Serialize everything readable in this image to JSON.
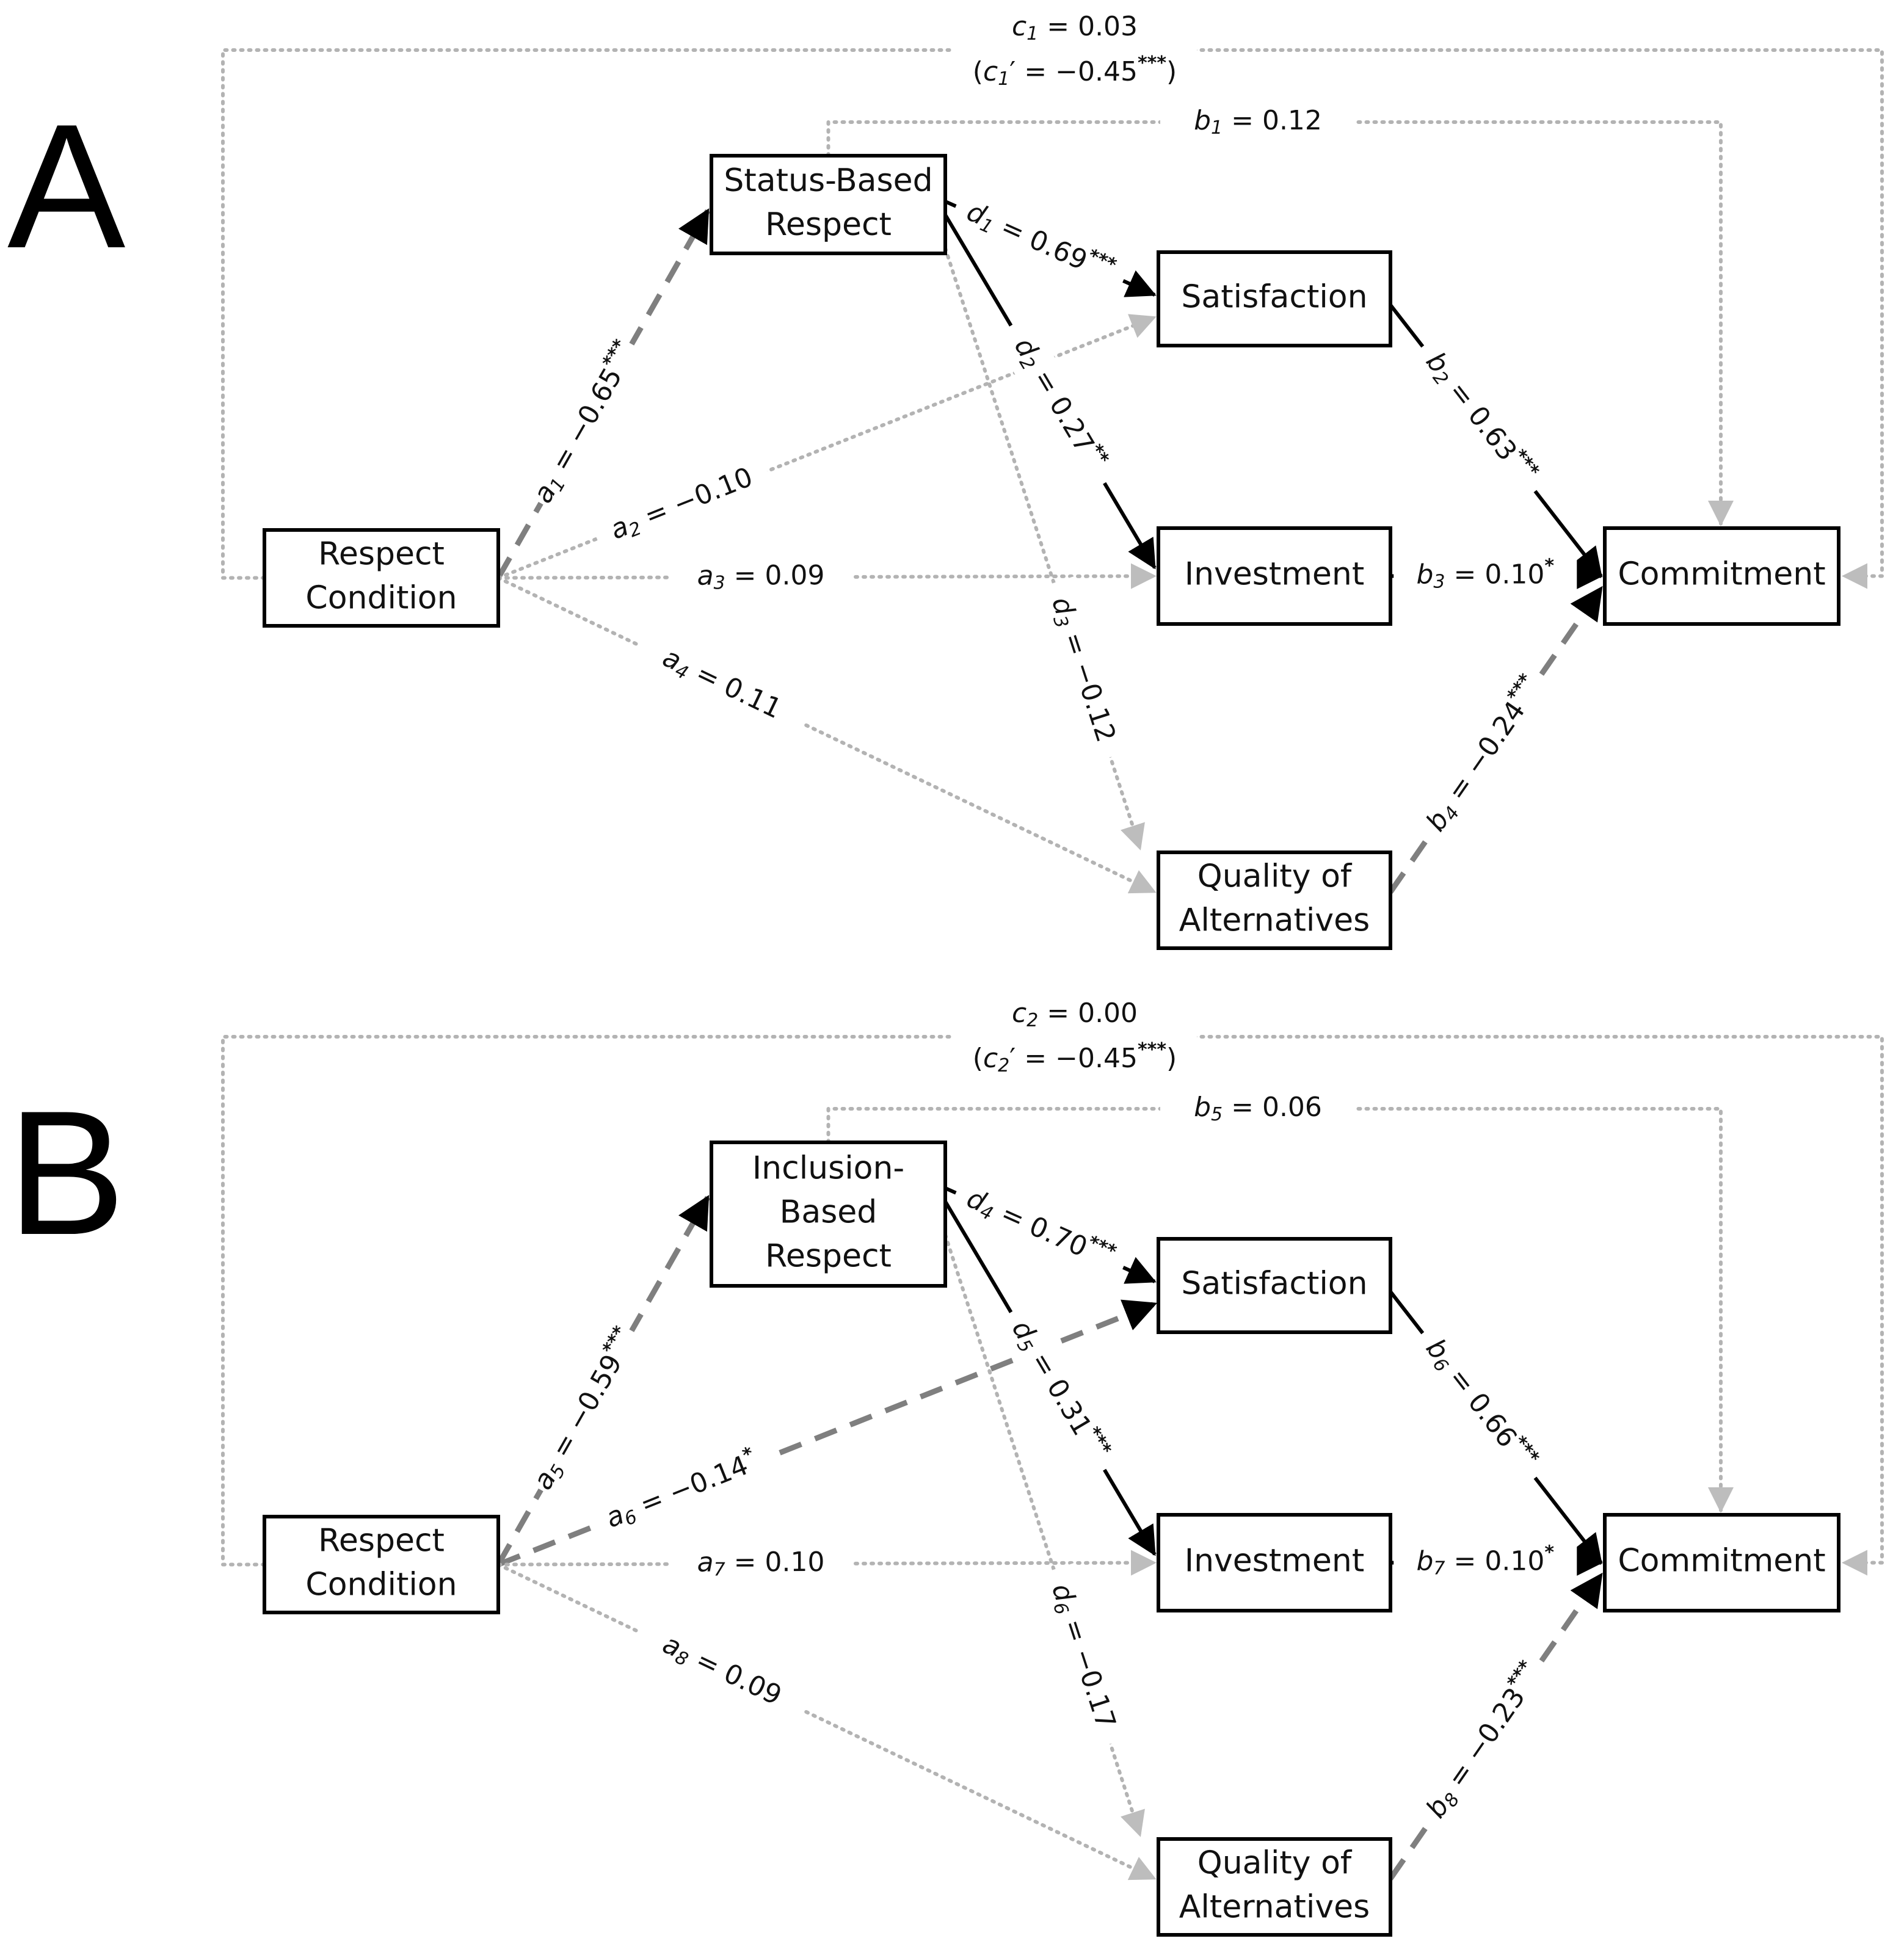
{
  "panels": [
    {
      "letter": "A",
      "nodes": {
        "respect_condition": [
          "Respect",
          "Condition"
        ],
        "mediator": [
          "Status-Based",
          "Respect"
        ],
        "satisfaction": [
          "Satisfaction"
        ],
        "investment": [
          "Investment"
        ],
        "alternatives": [
          "Quality of",
          "Alternatives"
        ],
        "commitment": [
          "Commitment"
        ]
      },
      "paths": {
        "c_total": {
          "sym": "c",
          "sub": "1",
          "value": "0.03",
          "stars": "",
          "style": "dotted"
        },
        "c_prime": {
          "sym": "c",
          "sub": "1",
          "value": "−0.45",
          "stars": "***"
        },
        "b_med": {
          "sym": "b",
          "sub": "1",
          "value": "0.12",
          "stars": "",
          "style": "dotted"
        },
        "a_med": {
          "sym": "a",
          "sub": "1",
          "value": "−0.65",
          "stars": "***",
          "style": "dashed"
        },
        "a_sat": {
          "sym": "a",
          "sub": "2",
          "value": "−0.10",
          "stars": "",
          "style": "dotted"
        },
        "a_inv": {
          "sym": "a",
          "sub": "3",
          "value": "0.09",
          "stars": "",
          "style": "dotted"
        },
        "a_alt": {
          "sym": "a",
          "sub": "4",
          "value": "0.11",
          "stars": "",
          "style": "dotted"
        },
        "d_sat": {
          "sym": "d",
          "sub": "1",
          "value": "0.69",
          "stars": "***",
          "style": "solid"
        },
        "d_inv": {
          "sym": "d",
          "sub": "2",
          "value": "0.27",
          "stars": "**",
          "style": "solid"
        },
        "d_alt": {
          "sym": "d",
          "sub": "3",
          "value": "−0.12",
          "stars": "",
          "style": "dotted"
        },
        "b_sat": {
          "sym": "b",
          "sub": "2",
          "value": "0.63",
          "stars": "***",
          "style": "solid"
        },
        "b_inv": {
          "sym": "b",
          "sub": "3",
          "value": "0.10",
          "stars": "*",
          "style": "solid"
        },
        "b_alt": {
          "sym": "b",
          "sub": "4",
          "value": "−0.24",
          "stars": "***",
          "style": "dashed"
        }
      }
    },
    {
      "letter": "B",
      "nodes": {
        "respect_condition": [
          "Respect",
          "Condition"
        ],
        "mediator": [
          "Inclusion-",
          "Based",
          "Respect"
        ],
        "satisfaction": [
          "Satisfaction"
        ],
        "investment": [
          "Investment"
        ],
        "alternatives": [
          "Quality of",
          "Alternatives"
        ],
        "commitment": [
          "Commitment"
        ]
      },
      "paths": {
        "c_total": {
          "sym": "c",
          "sub": "2",
          "value": "0.00",
          "stars": "",
          "style": "dotted"
        },
        "c_prime": {
          "sym": "c",
          "sub": "2",
          "value": "−0.45",
          "stars": "***"
        },
        "b_med": {
          "sym": "b",
          "sub": "5",
          "value": "0.06",
          "stars": "",
          "style": "dotted"
        },
        "a_med": {
          "sym": "a",
          "sub": "5",
          "value": "−0.59",
          "stars": "***",
          "style": "dashed"
        },
        "a_sat": {
          "sym": "a",
          "sub": "6",
          "value": "−0.14",
          "stars": "*",
          "style": "dashed"
        },
        "a_inv": {
          "sym": "a",
          "sub": "7",
          "value": "0.10",
          "stars": "",
          "style": "dotted"
        },
        "a_alt": {
          "sym": "a",
          "sub": "8",
          "value": "0.09",
          "stars": "",
          "style": "dotted"
        },
        "d_sat": {
          "sym": "d",
          "sub": "4",
          "value": "0.70",
          "stars": "***",
          "style": "solid"
        },
        "d_inv": {
          "sym": "d",
          "sub": "5",
          "value": "0.31",
          "stars": "***",
          "style": "solid"
        },
        "d_alt": {
          "sym": "d",
          "sub": "6",
          "value": "−0.17",
          "stars": "",
          "style": "dotted"
        },
        "b_sat": {
          "sym": "b",
          "sub": "6",
          "value": "0.66",
          "stars": "***",
          "style": "solid"
        },
        "b_inv": {
          "sym": "b",
          "sub": "7",
          "value": "0.10",
          "stars": "*",
          "style": "solid"
        },
        "b_alt": {
          "sym": "b",
          "sub": "8",
          "value": "−0.23",
          "stars": "***",
          "style": "dashed"
        }
      }
    }
  ],
  "colors": {
    "significant_solid": "#000000",
    "significant_dashed": "#7f7f7f",
    "nonsignificant": "#b3b3b3",
    "box_border": "#000000",
    "background": "#ffffff"
  }
}
